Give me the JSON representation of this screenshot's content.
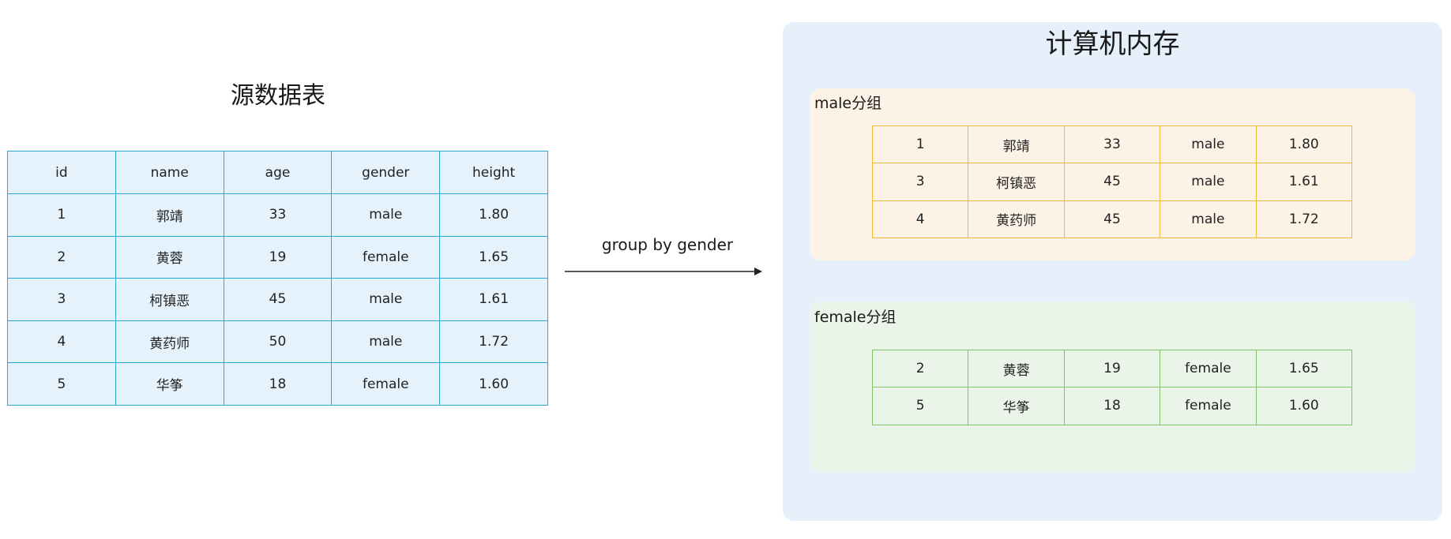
{
  "source": {
    "title": "源数据表",
    "columns": [
      "id",
      "name",
      "age",
      "gender",
      "height"
    ],
    "rows": [
      [
        "1",
        "郭靖",
        "33",
        "male",
        "1.80"
      ],
      [
        "2",
        "黄蓉",
        "19",
        "female",
        "1.65"
      ],
      [
        "3",
        "柯镇恶",
        "45",
        "male",
        "1.61"
      ],
      [
        "4",
        "黄药师",
        "50",
        "male",
        "1.72"
      ],
      [
        "5",
        "华筝",
        "18",
        "female",
        "1.60"
      ]
    ]
  },
  "arrow": {
    "label": "group by gender"
  },
  "memory": {
    "title": "计算机内存",
    "male_group": {
      "label": "male分组",
      "rows": [
        [
          "1",
          "郭靖",
          "33",
          "male",
          "1.80"
        ],
        [
          "3",
          "柯镇恶",
          "45",
          "male",
          "1.61"
        ],
        [
          "4",
          "黄药师",
          "45",
          "male",
          "1.72"
        ]
      ]
    },
    "female_group": {
      "label": "female分组",
      "rows": [
        [
          "2",
          "黄蓉",
          "19",
          "female",
          "1.65"
        ],
        [
          "5",
          "华筝",
          "18",
          "female",
          "1.60"
        ]
      ]
    }
  },
  "colors": {
    "source_border": "#2aa8d8",
    "source_fill": "#e5f2fb",
    "memory_fill": "#e6f0fb",
    "male_border": "#f0b93a",
    "male_fill": "#fdf2e6",
    "female_border": "#82c46c",
    "female_fill": "#ebf4e8"
  }
}
